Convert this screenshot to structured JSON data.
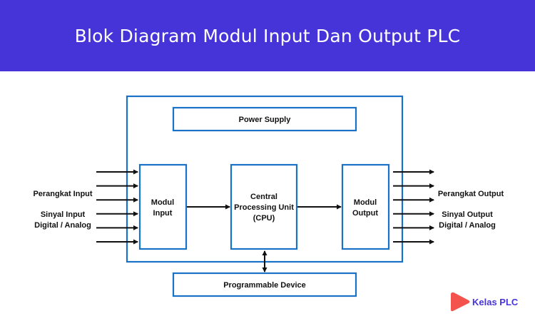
{
  "header": {
    "title": "Blok Diagram Modul Input Dan Output PLC"
  },
  "diagram": {
    "power_supply": "Power Supply",
    "modul_input": [
      "Modul",
      "Input"
    ],
    "cpu": [
      "Central",
      "Processing Unit",
      "(CPU)"
    ],
    "modul_output": [
      "Modul",
      "Output"
    ],
    "programmable_device": "Programmable Device",
    "input_labels": [
      "Perangkat Input",
      "Sinyal Input",
      "Digital / Analog"
    ],
    "output_labels": [
      "Perangkat Output",
      "Sinyal Output",
      "Digital / Analog"
    ],
    "input_arrow_count": 6,
    "output_arrow_count": 6,
    "line_color": "#1a72c8"
  },
  "brand": {
    "name": "Kelas PLC",
    "logo_color": "#f4524d",
    "text_color": "#4634d8"
  }
}
